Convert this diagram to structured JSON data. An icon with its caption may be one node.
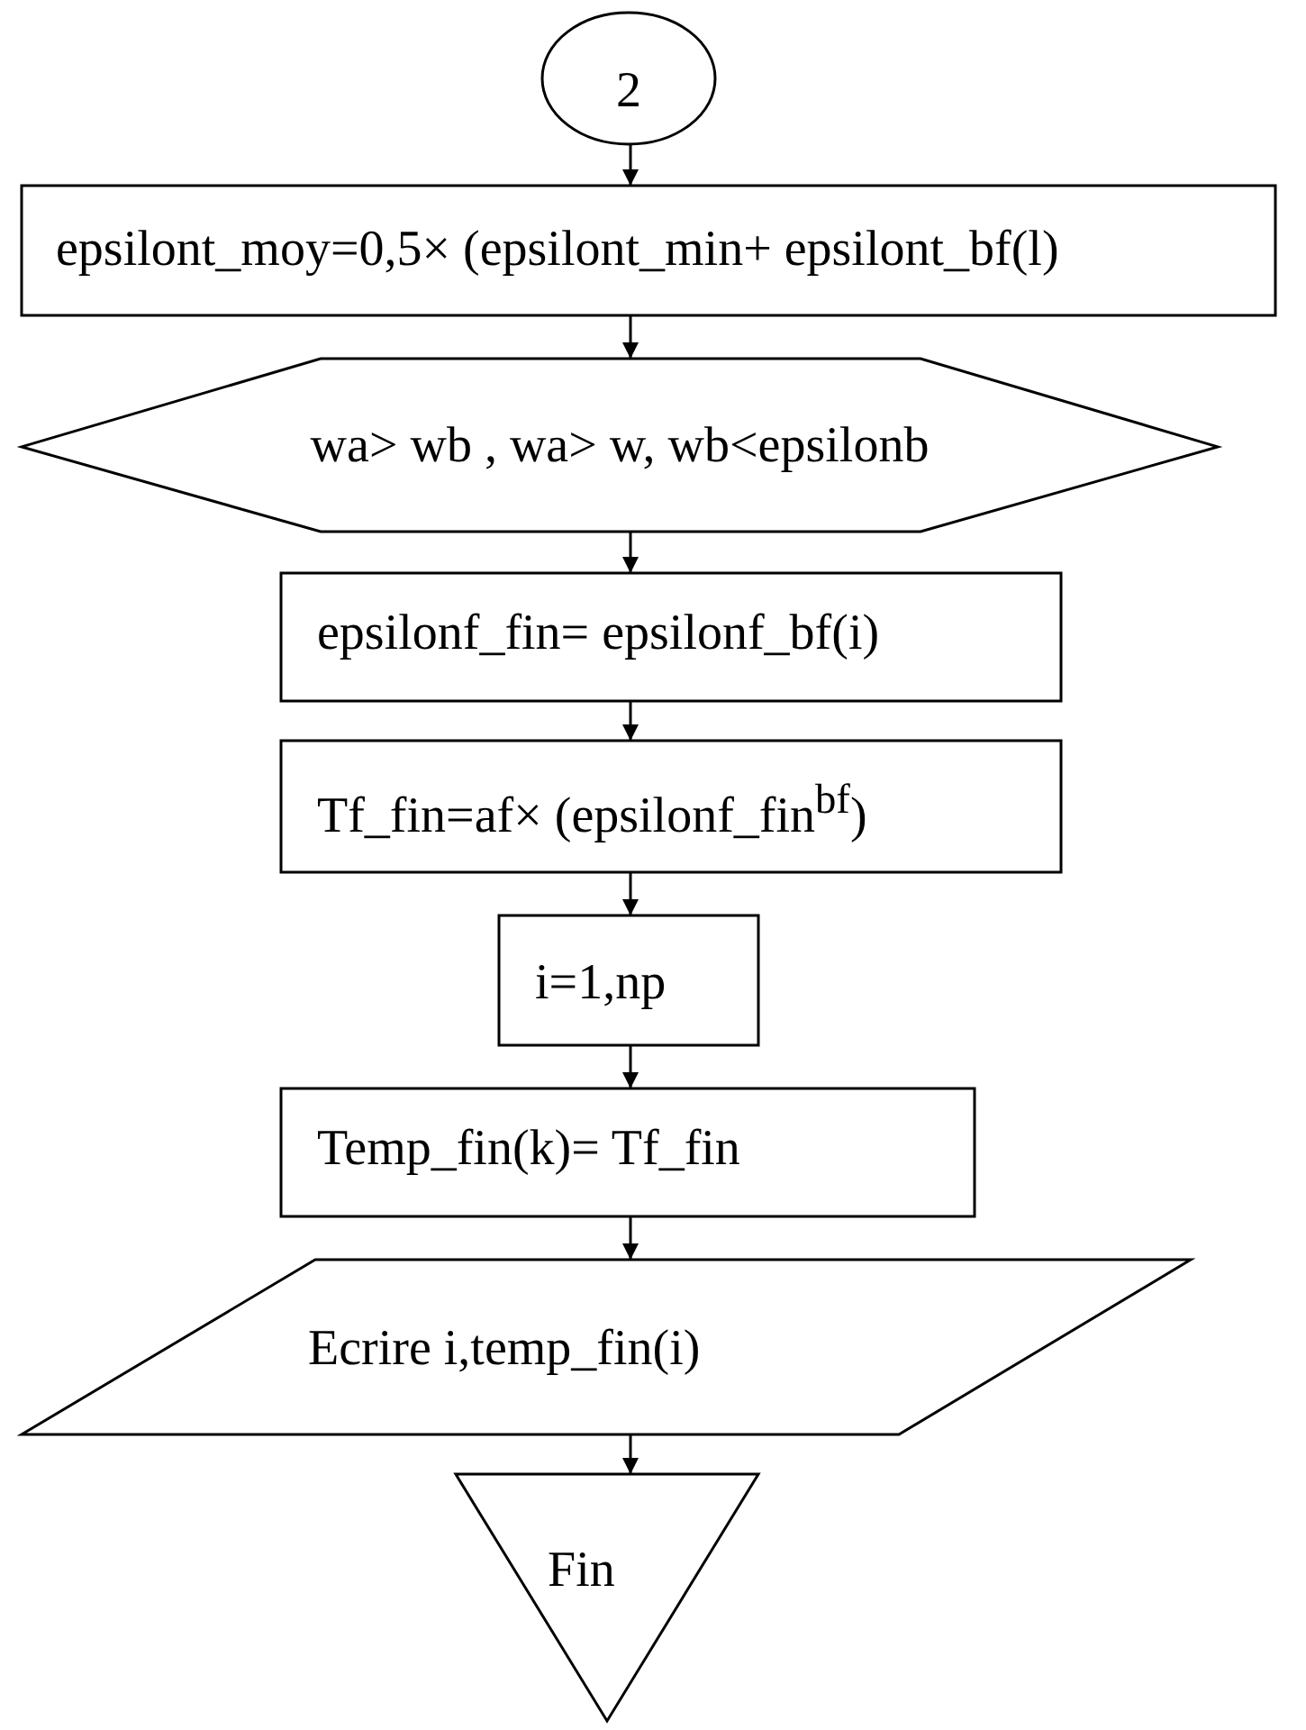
{
  "diagram": {
    "nodes": [
      {
        "text": [
          "2"
        ]
      },
      {
        "text": [
          "epsilont_moy=0,5× (epsilont_min+ epsilont_bf(l)"
        ]
      },
      {
        "text": [
          "wa> wb , wa> w, wb<epsilonb"
        ]
      },
      {
        "text": [
          "epsilonf_fin= epsilonf_bf(i)"
        ]
      },
      {
        "text": [
          "Tf_fin=af× (epsilonf_fin$^{bf}$)"
        ]
      },
      {
        "text": [
          "i=1,np"
        ]
      },
      {
        "text": [
          "Temp_fin(k)= Tf_fin"
        ]
      },
      {
        "text": [
          "Ecrire i,temp_fin(i)"
        ]
      },
      {
        "text": [
          "Fin"
        ]
      }
    ],
    "edges": [
      {
        "from": 0,
        "to": 1,
        "arrow": "to"
      },
      {
        "from": 1,
        "to": 2,
        "arrow": "to"
      },
      {
        "from": 2,
        "to": 3,
        "arrow": "to"
      },
      {
        "from": 3,
        "to": 4,
        "arrow": "to"
      },
      {
        "from": 4,
        "to": 5,
        "arrow": "to"
      },
      {
        "from": 5,
        "to": 6,
        "arrow": "to"
      },
      {
        "from": 6,
        "to": 7,
        "arrow": "to"
      },
      {
        "from": 7,
        "to": 8,
        "arrow": "to"
      }
    ]
  }
}
